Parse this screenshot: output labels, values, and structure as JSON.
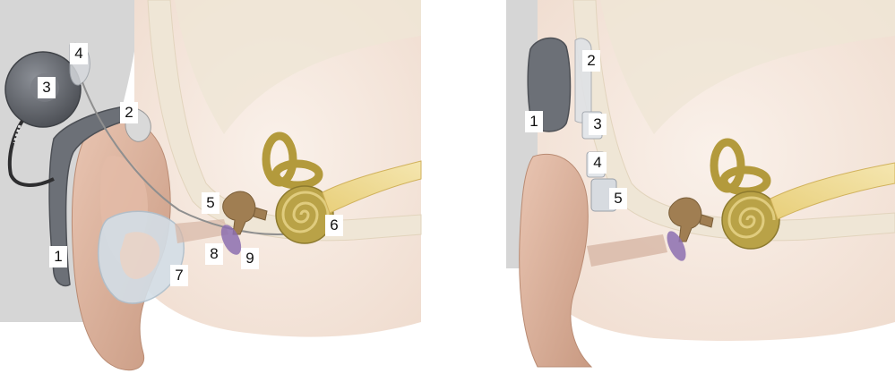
{
  "left_panel": {
    "labels": [
      "1",
      "2",
      "3",
      "4",
      "5",
      "6",
      "7",
      "8",
      "9"
    ]
  },
  "right_panel": {
    "labels": [
      "1",
      "2",
      "3",
      "4",
      "5"
    ]
  },
  "colors": {
    "skin": "#f3e2d5",
    "ear": "#d8ad97",
    "bone": "#ece2cf",
    "cochlea": "#b39a3c",
    "nerve": "#e1c36a",
    "ossicle": "#9c7a4e",
    "device": "#6e7178",
    "ear_mold": "#d2dde6",
    "hair": "#a9a9a9",
    "eardrum": "#8c6fb0"
  }
}
